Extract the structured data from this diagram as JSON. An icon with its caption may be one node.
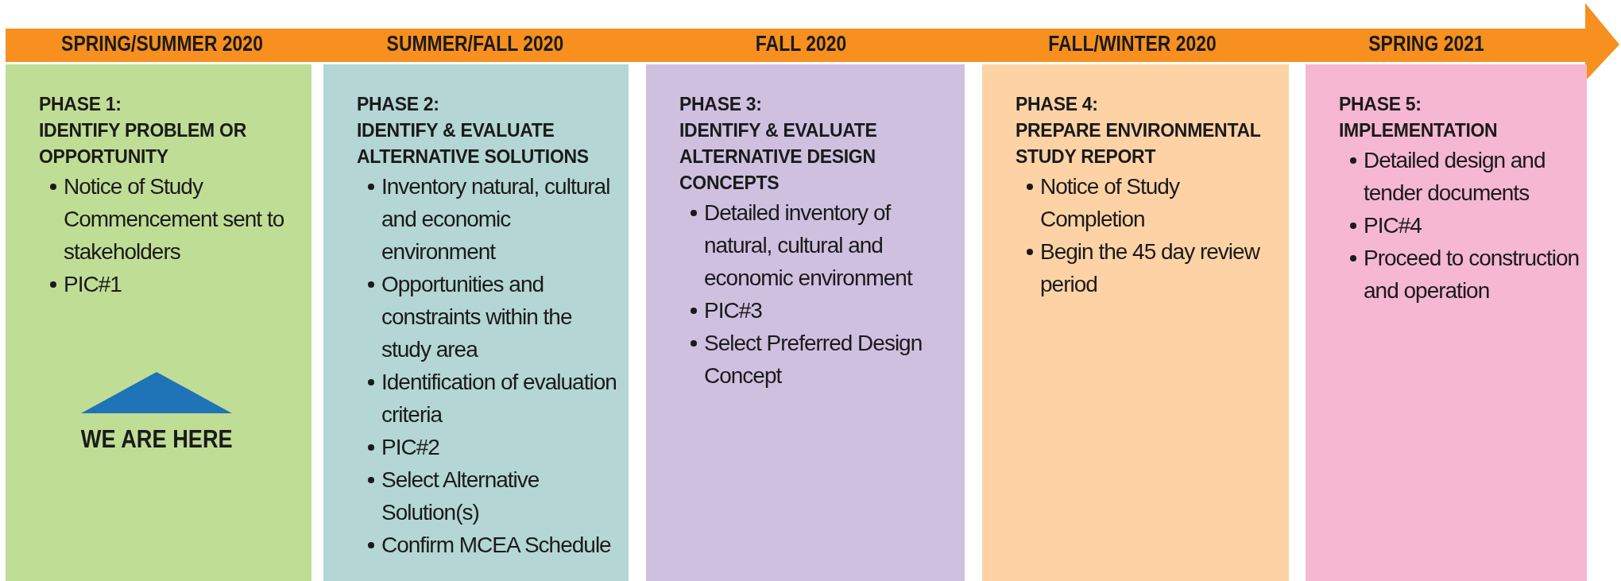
{
  "diagram": {
    "nodes": [
      {
        "text": [
          "SPRING/SUMMER 2020",
          "SUMMER/FALL 2020",
          "FALL 2020",
          "FALL/WINTER 2020",
          "SPRING 2021"
        ]
      },
      {
        "text": [
          "PHASE 1:",
          "IDENTIFY PROBLEM OR OPPORTUNITY",
          "Notice of Study Commencement sent to stakeholders",
          "PIC#1"
        ]
      },
      {
        "text": [
          "WE ARE HERE"
        ],
        "in": 1
      },
      {
        "text": [
          "PHASE 2:",
          "IDENTIFY & EVALUATE ALTERNATIVE SOLUTIONS",
          "Inventory natural, cultural and economic environment",
          "Opportunities and constraints within the study area",
          "Identification of evaluation criteria",
          "PIC#2",
          "Select Alternative Solution(s)",
          "Confirm MCEA Schedule"
        ]
      },
      {
        "text": [
          "PHASE 3:",
          "IDENTIFY & EVALUATE ALTERNATIVE DESIGN CONCEPTS",
          "Detailed inventory of natural, cultural and economic environment",
          "PIC#3",
          "Select Preferred Design Concept"
        ]
      },
      {
        "text": [
          "PHASE 4:",
          "PREPARE ENVIRONMENTAL STUDY REPORT",
          "Notice of Study Completion",
          "Begin the 45 day review period"
        ]
      },
      {
        "text": [
          "PHASE 5:",
          "IMPLEMENTATION",
          "Detailed design and tender documents",
          "PIC#4",
          "Proceed to construction and operation"
        ]
      }
    ],
    "edges": []
  }
}
